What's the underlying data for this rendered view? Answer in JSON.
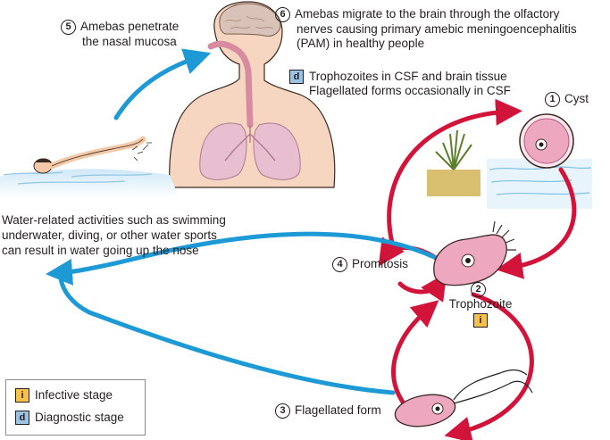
{
  "steps": {
    "s5": {
      "num": "5",
      "text1": "Amebas penetrate",
      "text2": "the nasal mucosa"
    },
    "s6": {
      "num": "6",
      "text1": "Amebas migrate to the brain through the olfactory",
      "text2": "nerves causing primary amebic meningoencephalitis",
      "text3": "(PAM) in healthy people"
    },
    "s6d": {
      "badge": "d",
      "text1": "Trophozoites in CSF and brain tissue",
      "text2": "Flagellated forms occasionally in CSF"
    },
    "s1": {
      "num": "1",
      "text": "Cyst"
    },
    "s4": {
      "num": "4",
      "text": "Promitosis"
    },
    "s2": {
      "num": "2",
      "text": "Trophozoite",
      "badge": "i"
    },
    "s3": {
      "num": "3",
      "text": "Flagellated form"
    }
  },
  "water_note": {
    "line1": "Water-related activities such as swimming",
    "line2": "underwater, diving, or other water sports",
    "line3": "can result in water going up the nose"
  },
  "legend": {
    "infective_badge": "i",
    "infective_label": "Infective stage",
    "diagnostic_badge": "d",
    "diagnostic_label": "Diagnostic stage"
  },
  "colors": {
    "red_arrow": "#d2143a",
    "blue_arrow": "#1d9ad6",
    "infective": "#f6c24a",
    "diagnostic": "#9dc3e4",
    "skin": "#f6d6c0",
    "lung": "#e8bfd0",
    "brain": "#d9c3b8"
  }
}
